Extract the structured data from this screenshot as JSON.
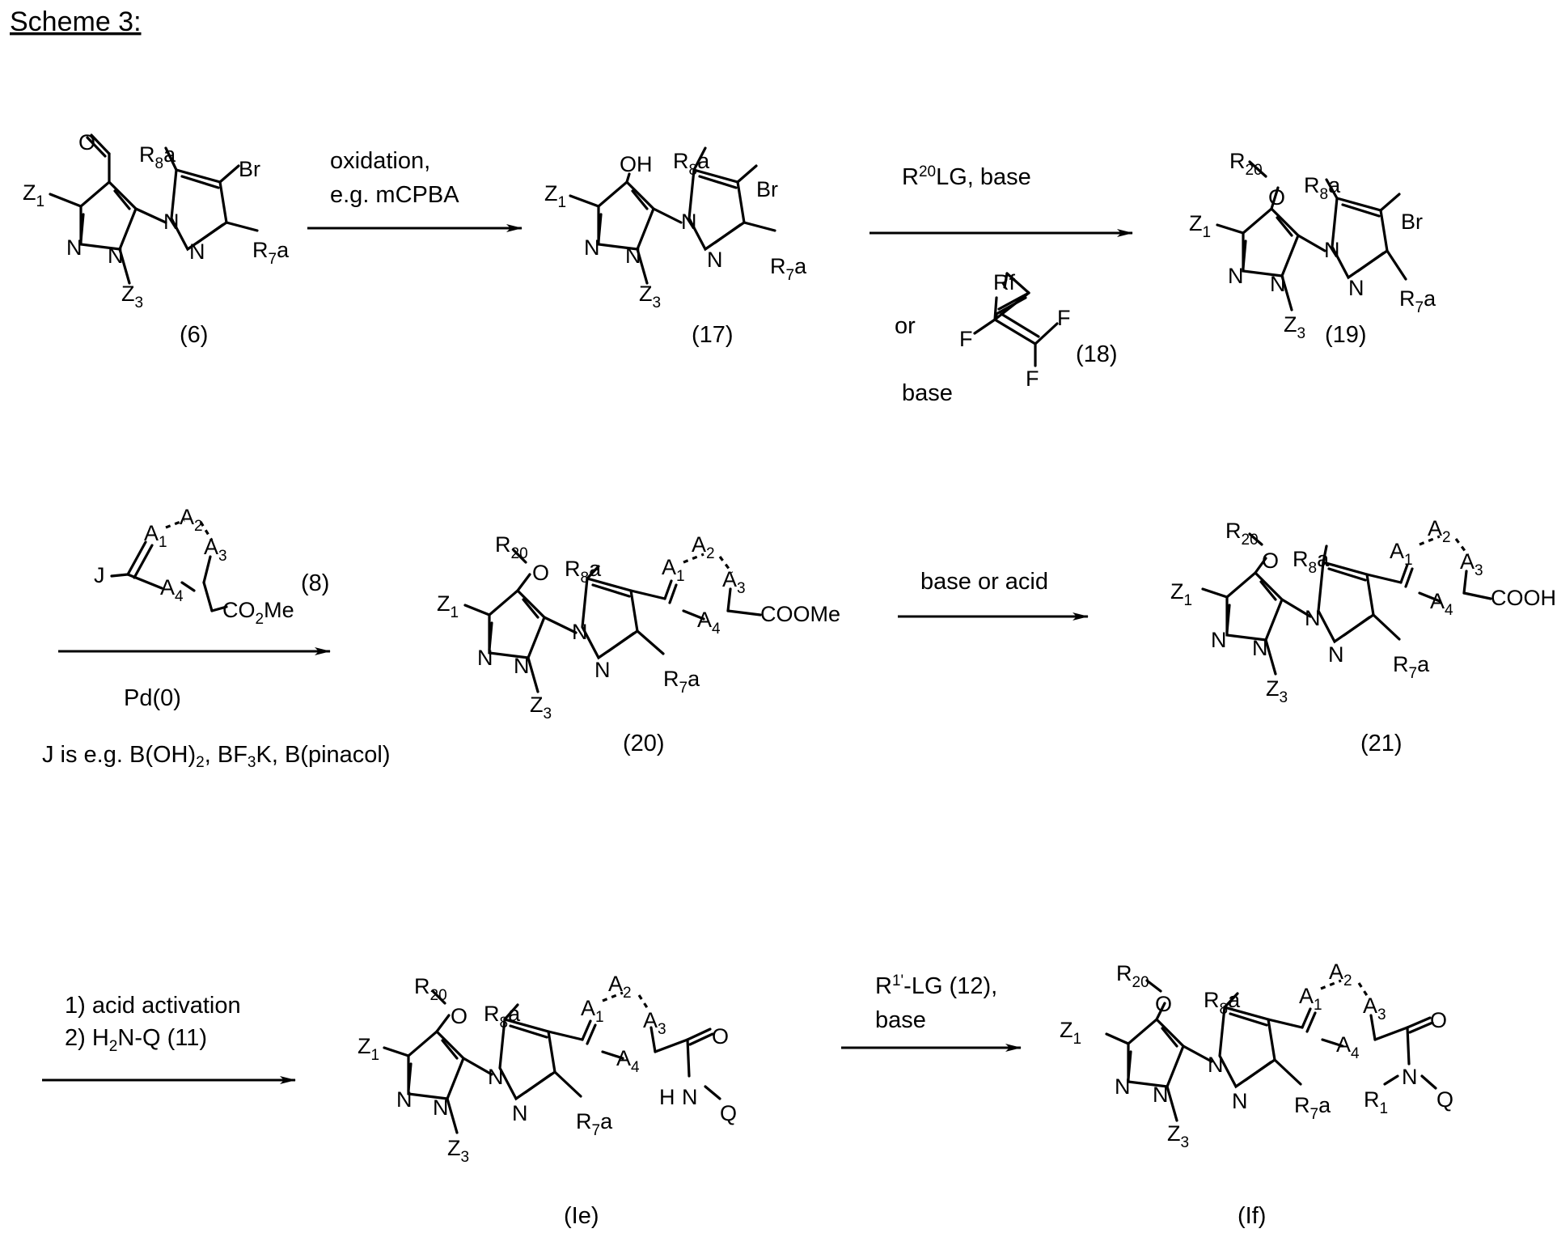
{
  "title": "Scheme 3:",
  "compounds": {
    "c6": "(6)",
    "c17": "(17)",
    "c18": "(18)",
    "c19": "(19)",
    "c8": "(8)",
    "c20": "(20)",
    "c21": "(21)",
    "cIe": "(Ie)",
    "cIf": "(If)"
  },
  "step1": {
    "line1": "oxidation,",
    "line2": "e.g. mCPBA"
  },
  "step2": {
    "reagent": "R",
    "reagent_sup": "20",
    "reagent_rest": "LG, base",
    "or": "or",
    "base": "base"
  },
  "step3": {
    "catalyst": "Pd(0)",
    "note_a": "J is e.g. B(OH)",
    "note_sub1": "2",
    "note_b": ", BF",
    "note_sub2": "3",
    "note_c": "K, B(pinacol)"
  },
  "step4": {
    "label": "base or acid"
  },
  "step5": {
    "line1": "1) acid activation",
    "line2_a": "2) H",
    "line2_sub": "2",
    "line2_b": "N-Q (11)"
  },
  "step6": {
    "line1_a": "R",
    "line1_sup": "1'",
    "line1_b": "-LG (12),",
    "line2": "base"
  },
  "atoms": {
    "Z": "Z",
    "s1": "1",
    "s3": "3",
    "s4": "4",
    "N": "N",
    "O": "O",
    "OH": "OH",
    "Br": "Br",
    "J": "J",
    "R": "R",
    "s7": "7",
    "s8": "8",
    "s20": "20",
    "a": "a",
    "A": "A",
    "s2": "2",
    "CO": "CO",
    "Me": "Me",
    "COOMe": "COOMe",
    "COOH": "COOH",
    "H": "H",
    "Q": "Q",
    "Rf": "Rf",
    "F": "F"
  }
}
